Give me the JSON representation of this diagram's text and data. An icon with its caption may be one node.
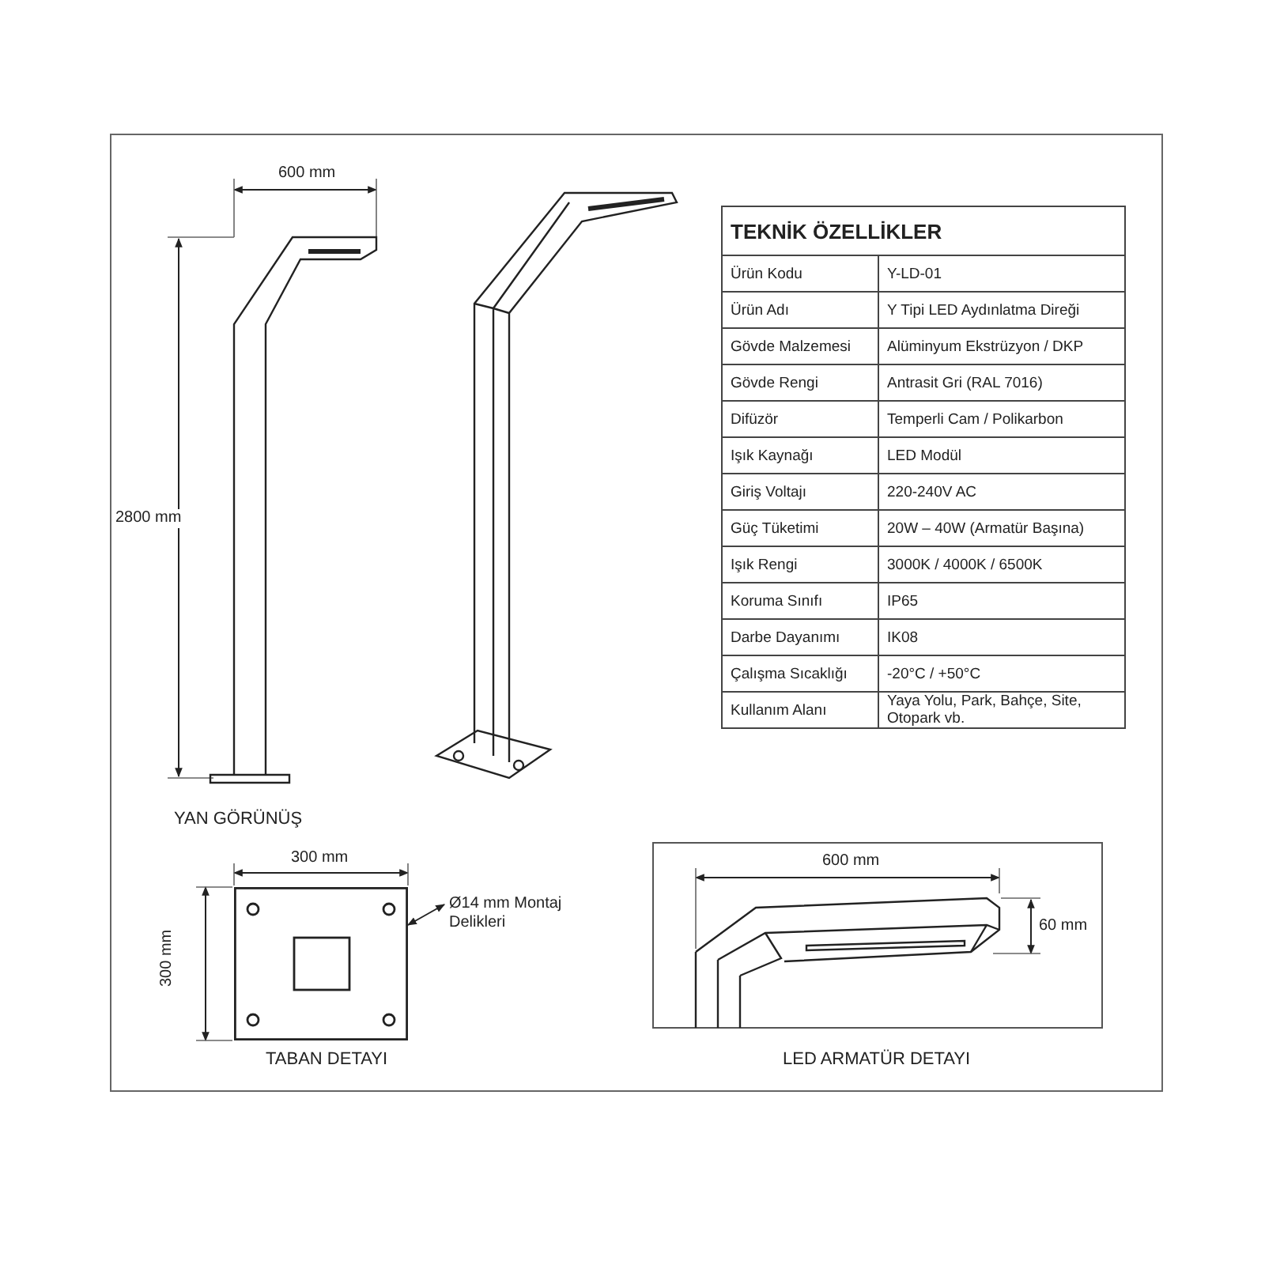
{
  "diagram": {
    "nodes": [
      {
        "text": [
          "Ø14 mm Montaj Delikleri"
        ]
      },
      {
        "text": [],
        "shape": "box"
      }
    ],
    "edges": [
      {
        "from": 0,
        "to": 1,
        "arrow": "both"
      }
    ],
    "labels": [
      "600 mm",
      "2800 mm",
      "YAN GÖRÜNÜŞ",
      "TEKNİK ÖZELLİKLER",
      "Ürün Kodu",
      "Y-LD-01",
      "Ürün Adı",
      "Y Tipi LED Aydınlatma Direği",
      "Gövde Malzemesi",
      "Alüminyum Ekstrüzyon / DKP",
      "Gövde Rengi",
      "Antrasit Gri (RAL 7016)",
      "Difüzör",
      "Temperli Cam / Polikarbon",
      "Işık Kaynağı",
      "LED Modül",
      "Giriş Voltajı",
      "220-240V AC",
      "Güç Tüketimi",
      "20W – 40W (Armatür Başına)",
      "Işık Rengi",
      "3000K / 4000K / 6500K",
      "Koruma Sınıfı",
      "IP65",
      "Darbe Dayanımı",
      "IK08",
      "Çalışma Sıcaklığı",
      "-20°C / +50°C",
      "Kullanım Alanı",
      "Yaya Yolu, Park, Bahçe, Site, Otopark vb.",
      "300 mm",
      "300 mm",
      "TABAN DETAYI",
      "600 mm",
      "60 mm",
      "LED ARMATÜR DETAYI"
    ]
  }
}
